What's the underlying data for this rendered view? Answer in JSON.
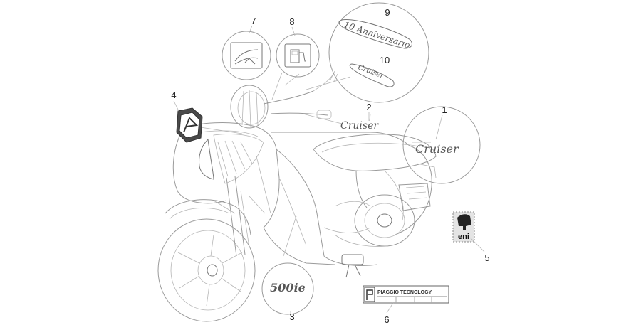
{
  "callouts": [
    "1",
    "2",
    "3",
    "4",
    "5",
    "6",
    "7",
    "8",
    "9",
    "10"
  ],
  "decals": {
    "cruiser_text": "Cruiser",
    "anniversario_text": "10 Anniversario",
    "displacement_text": "500ie",
    "eni_text": "eni",
    "piaggio_label": "PIAGGIO TECNOLOGY"
  }
}
